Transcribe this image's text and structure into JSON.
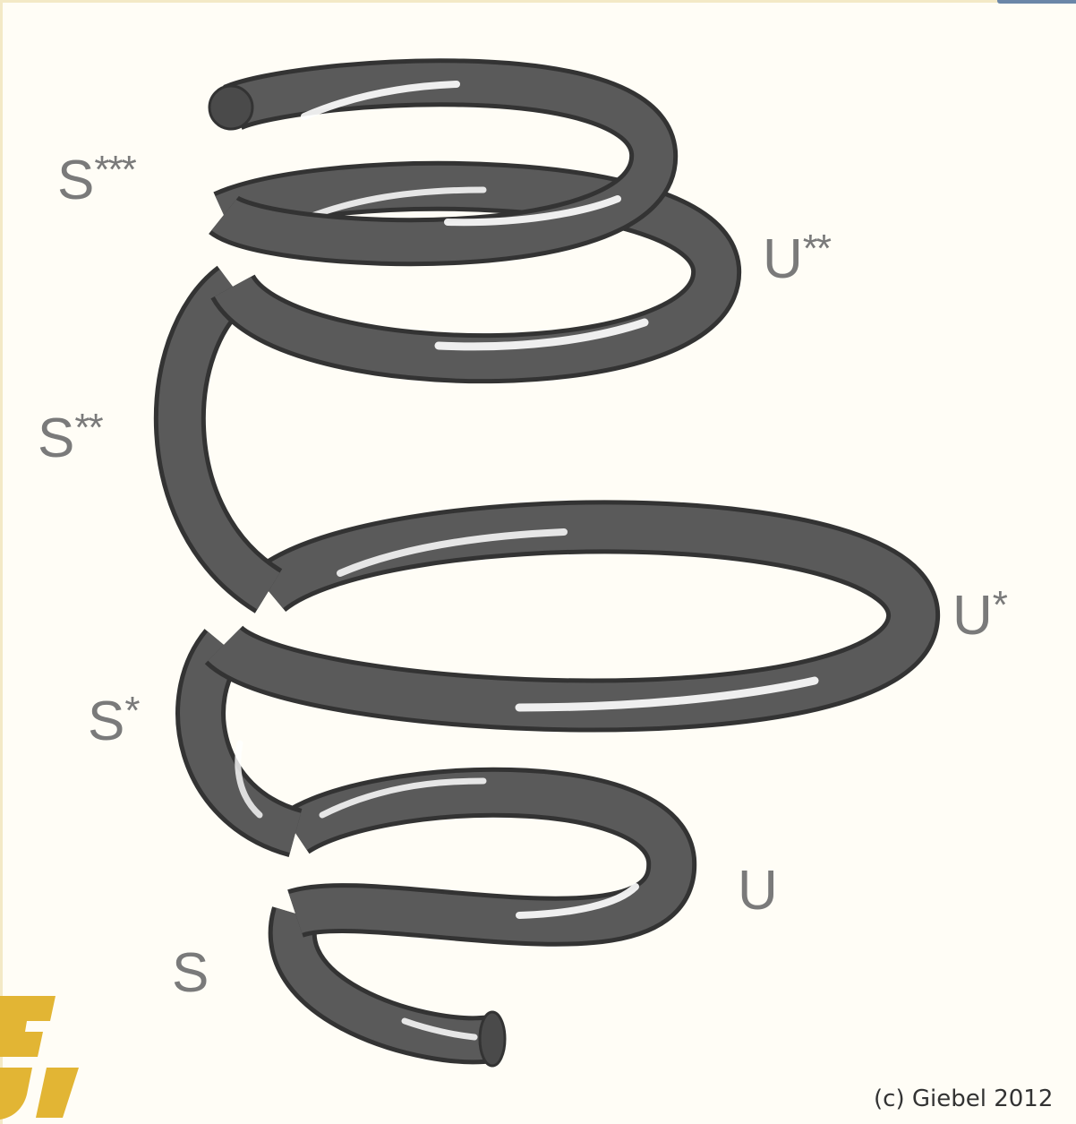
{
  "diagram": {
    "labels": {
      "s_three": "S***",
      "u_two": "U**",
      "s_two": "S**",
      "u_one": "U*",
      "s_one": "S*",
      "u_zero": "U",
      "s_zero": "S"
    },
    "copyright": "(c) Giebel 2012"
  },
  "colors": {
    "tube": "#5a5a5a",
    "tube_dark": "#3a3a3a",
    "highlight": "#ffffff",
    "label": "#7a7a7a",
    "background": "#fffdf6",
    "logo_gold": "#e2b534",
    "accent_tab": "#6b86a8"
  },
  "icons": {
    "logo": "gold-logo-fragment-icon"
  }
}
